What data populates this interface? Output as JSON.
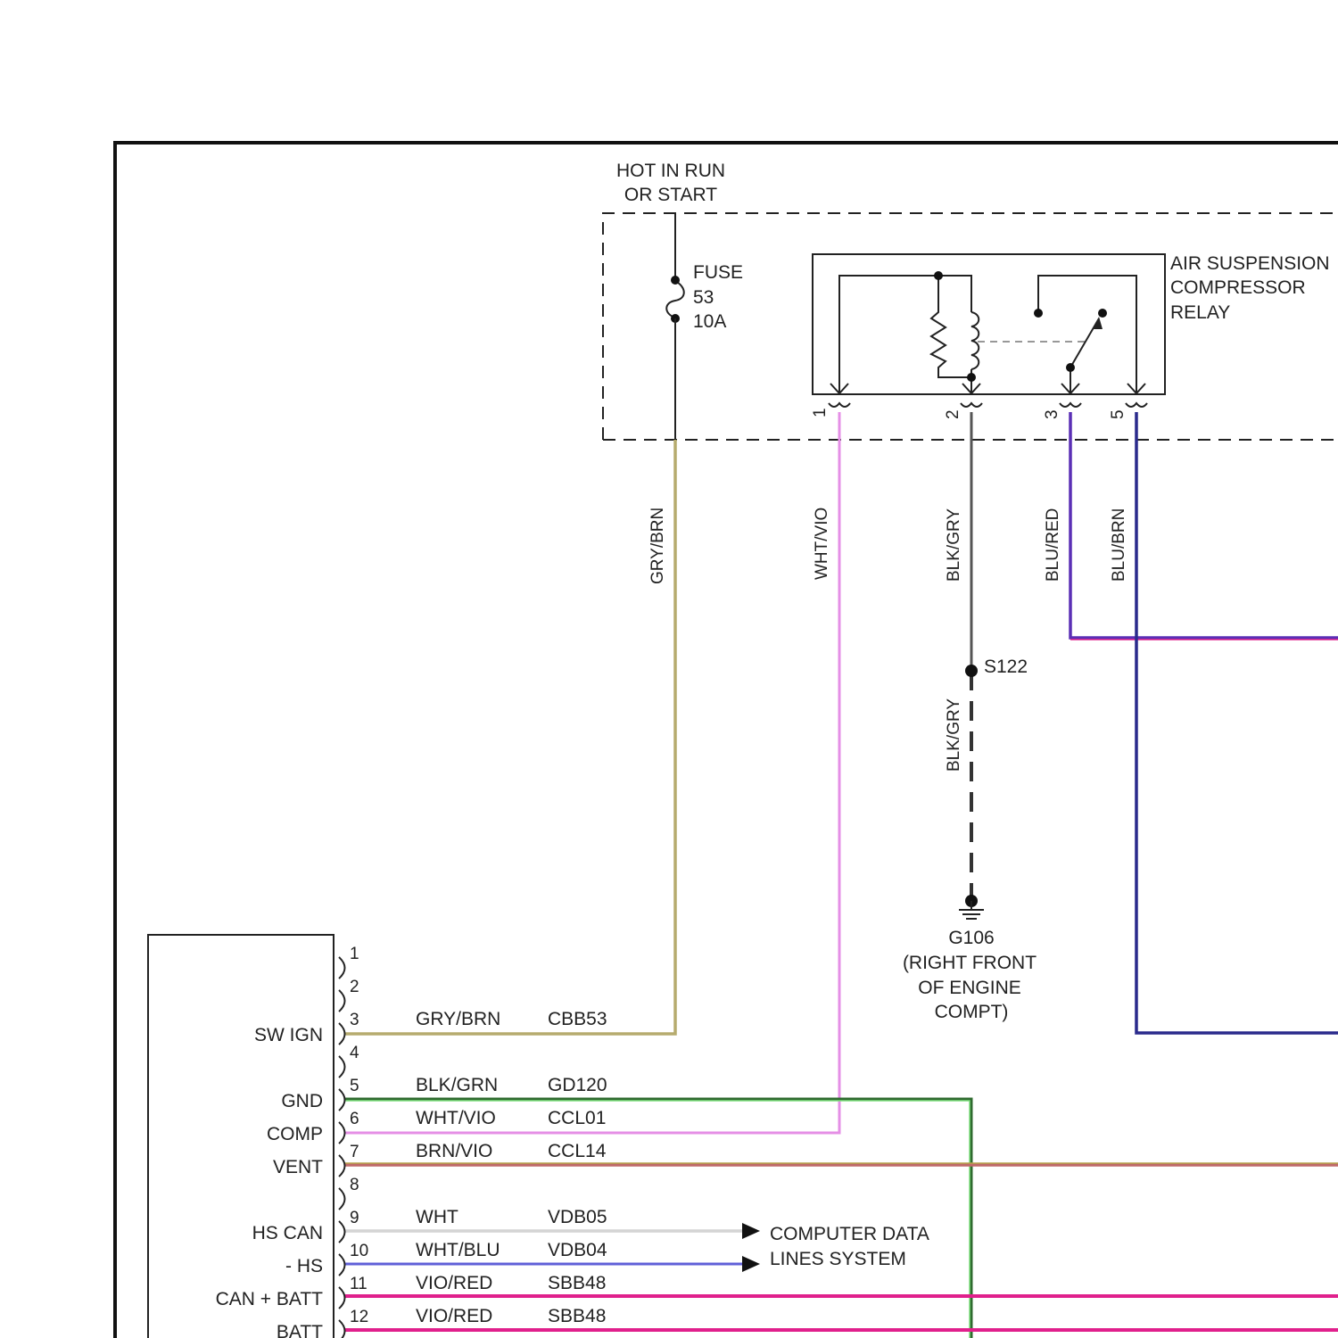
{
  "power": {
    "source_line1": "HOT IN RUN",
    "source_line2": "OR START"
  },
  "fuse": {
    "label": "FUSE",
    "number": "53",
    "rating": "10A"
  },
  "relay": {
    "line1": "AIR SUSPENSION",
    "line2": "COMPRESSOR",
    "line3": "RELAY",
    "pins": [
      "1",
      "2",
      "3",
      "5"
    ]
  },
  "wires": {
    "fuse_to_module": "GRY/BRN",
    "relay_pin1": "WHT/VIO",
    "relay_pin2": "BLK/GRY",
    "relay_pin3": "BLU/RED",
    "relay_pin5": "BLU/BRN",
    "splice_to_ground": "BLK/GRY"
  },
  "splice": {
    "id": "S122"
  },
  "ground": {
    "id": "G106",
    "line1": "(RIGHT FRONT",
    "line2": "OF ENGINE",
    "line3": "COMPT)"
  },
  "data_lines": {
    "line1": "COMPUTER DATA",
    "line2": "LINES SYSTEM"
  },
  "module": {
    "pins": [
      {
        "pin": "1",
        "function": "",
        "color": "",
        "circuit": ""
      },
      {
        "pin": "2",
        "function": "",
        "color": "",
        "circuit": ""
      },
      {
        "pin": "3",
        "function": "SW IGN",
        "color": "GRY/BRN",
        "circuit": "CBB53"
      },
      {
        "pin": "4",
        "function": "",
        "color": "",
        "circuit": ""
      },
      {
        "pin": "5",
        "function": "GND",
        "color": "BLK/GRN",
        "circuit": "GD120"
      },
      {
        "pin": "6",
        "function": "COMP",
        "color": "WHT/VIO",
        "circuit": "CCL01"
      },
      {
        "pin": "7",
        "function": "VENT",
        "color": "BRN/VIO",
        "circuit": "CCL14"
      },
      {
        "pin": "8",
        "function": "",
        "color": "",
        "circuit": ""
      },
      {
        "pin": "9",
        "function": "HS CAN",
        "color": "WHT",
        "circuit": "VDB05"
      },
      {
        "pin": "10",
        "function": "- HS",
        "color": "WHT/BLU",
        "circuit": "VDB04"
      },
      {
        "pin": "11",
        "function": "CAN + BATT",
        "color": "VIO/RED",
        "circuit": "SBB48"
      },
      {
        "pin": "12",
        "function": "BATT",
        "color": "VIO/RED",
        "circuit": "SBB48"
      }
    ]
  },
  "wire_colors": {
    "gry_brn": "#b6ab6e",
    "wht_vio": "#e58fe6",
    "blk_gry": "#555555",
    "blu_red": "#5a2fb5",
    "blu_brn": "#2a2a8c",
    "blk_grn": "#2f6b2f",
    "brn_vio": "#c06a6a",
    "wht": "#d4d4d4",
    "wht_blu": "#6060d8",
    "vio_red": "#e0208c"
  }
}
